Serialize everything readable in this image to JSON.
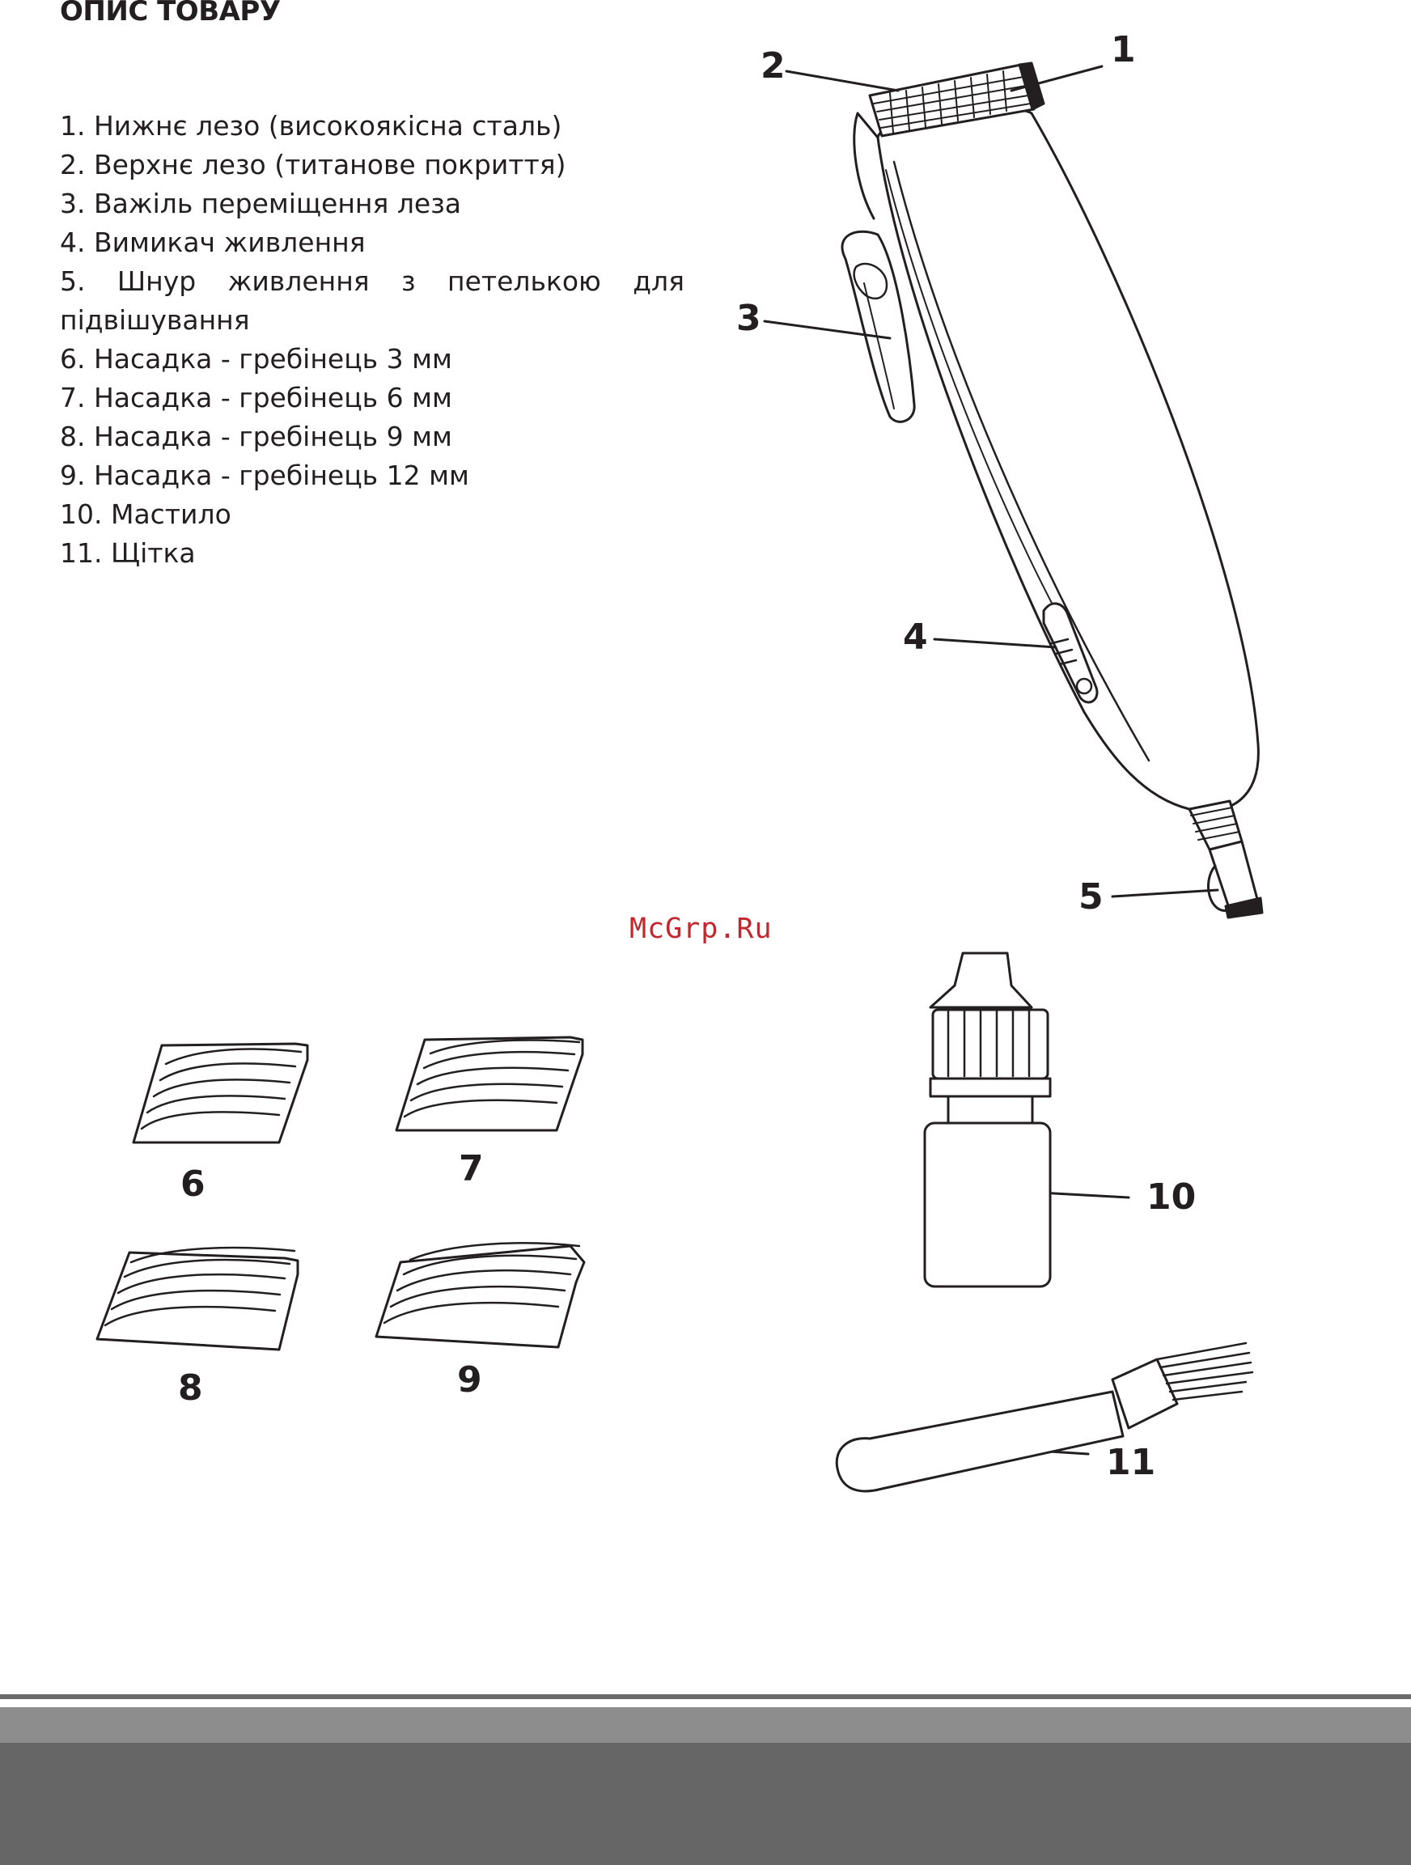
{
  "title": "ОПИС ТОВАРУ",
  "parts": [
    "1.  Нижнє лезо (високоякісна сталь)",
    "2.  Верхнє лезо (титанове покриття)",
    "3.  Важіль переміщення леза",
    "4.  Вимикач живлення",
    "5.  Шнур живлення з петелькою для підвішування",
    "6.  Насадка - гребінець 3 мм",
    "7.  Насадка - гребінець  6 мм",
    "8.  Насадка - гребінець  9 мм",
    "9.  Насадка -  гребінець 12 мм",
    "10. Мастило",
    "11. Щітка"
  ],
  "callouts": {
    "c1": "1",
    "c2": "2",
    "c3": "3",
    "c4": "4",
    "c5": "5",
    "c6": "6",
    "c7": "7",
    "c8": "8",
    "c9": "9",
    "c10": "10",
    "c11": "11"
  },
  "watermark": "McGrp.Ru"
}
